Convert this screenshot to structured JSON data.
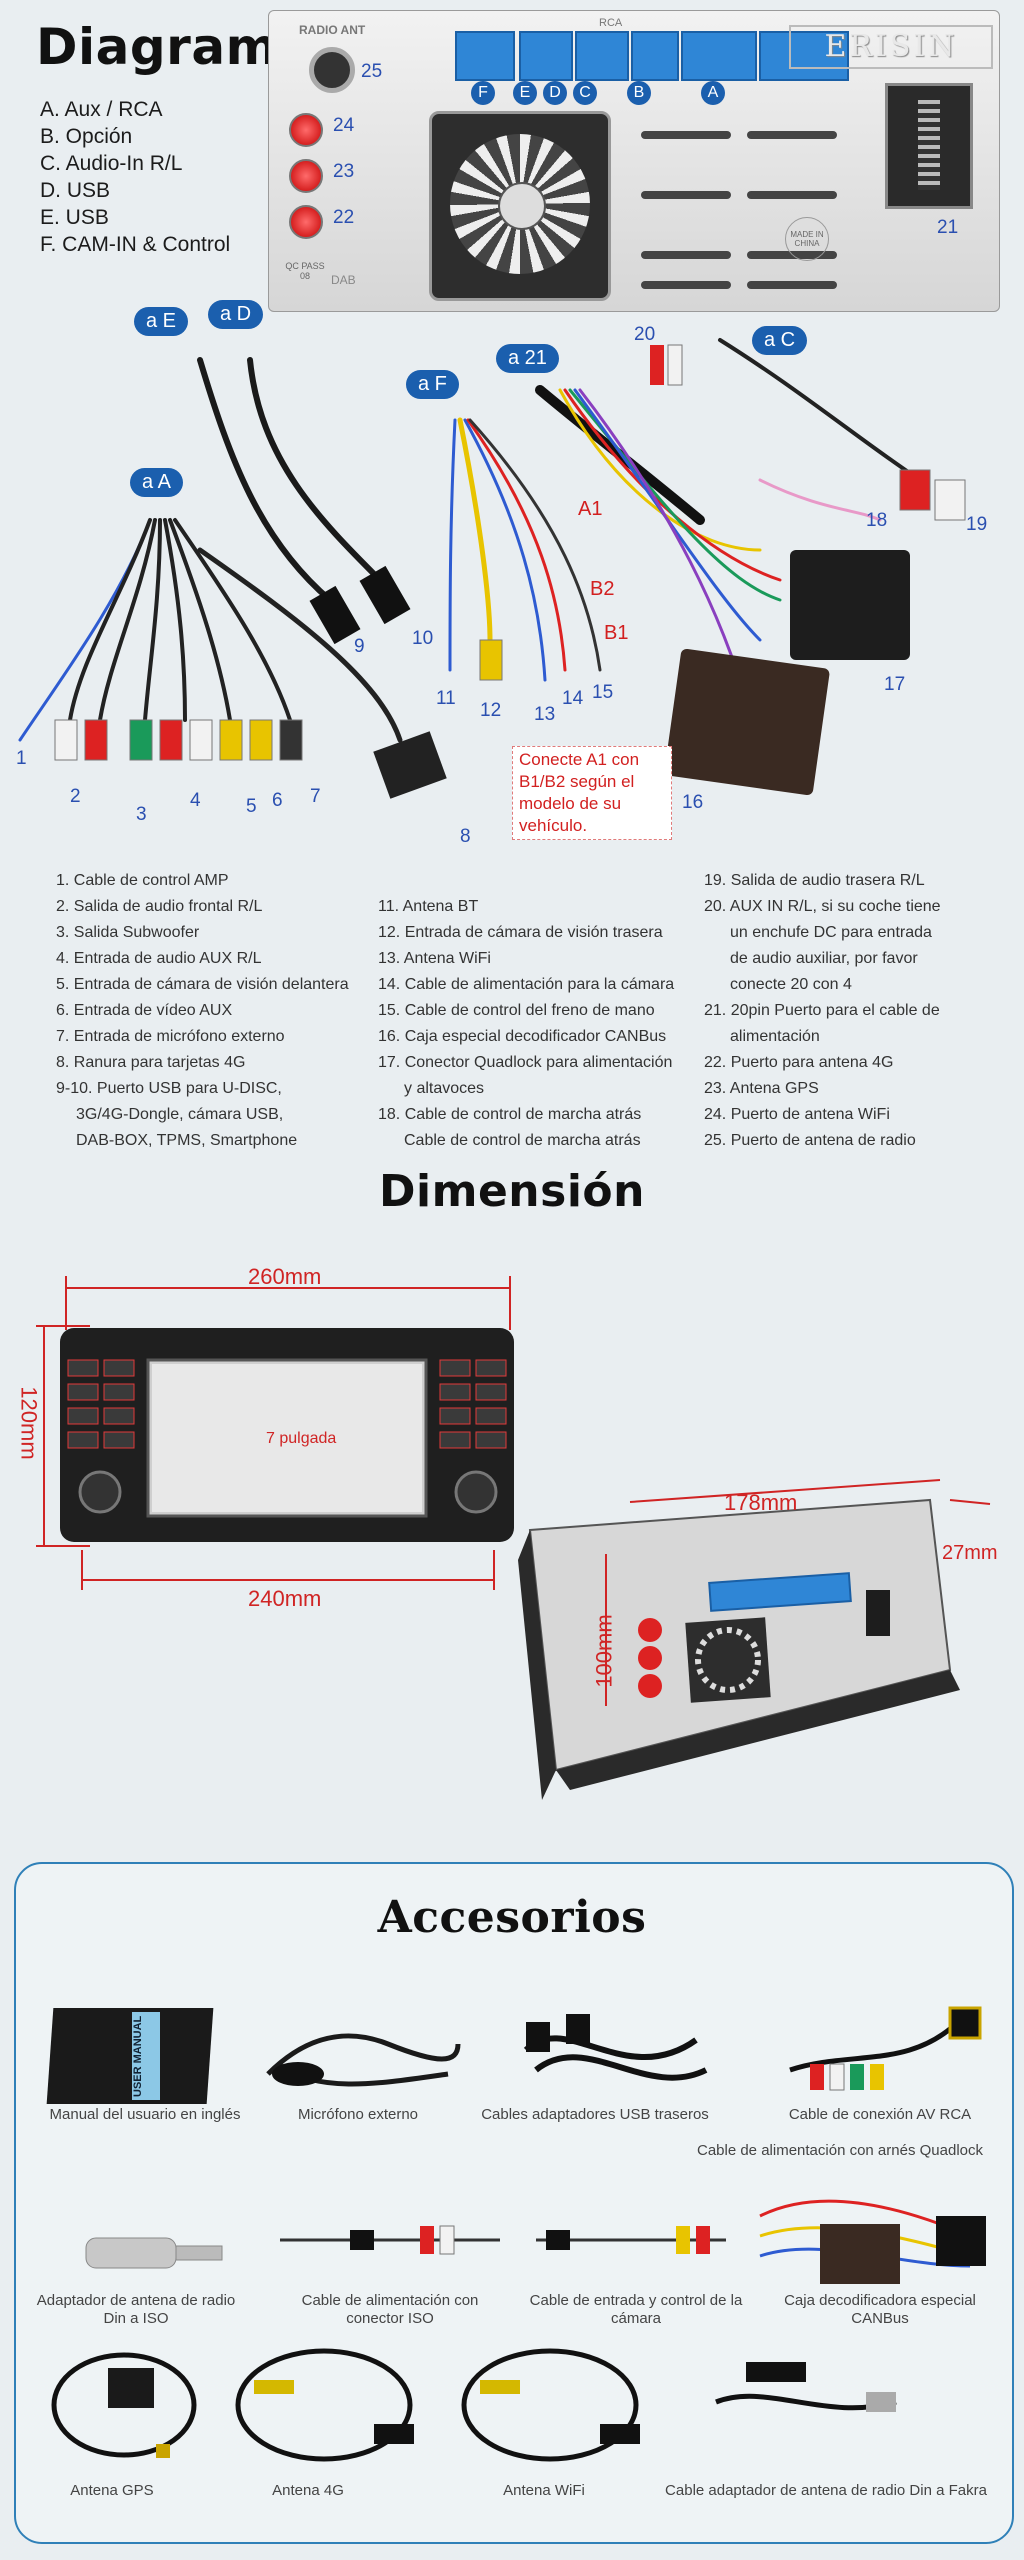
{
  "diagram": {
    "title": "Diagrama",
    "legend": [
      "A. Aux / RCA",
      "B. Opción",
      "C. Audio-In R/L",
      "D. USB",
      "E. USB",
      "F. CAM-IN & Control"
    ],
    "panel": {
      "radio_ant": "RADIO ANT",
      "rca": "RCA",
      "brand": "ERISIN",
      "made_in": "MADE IN CHINA",
      "qc": "QC PASS 08",
      "dab": "DAB",
      "port_letters": [
        "F",
        "E",
        "D",
        "C",
        "B",
        "A"
      ],
      "side_numbers": [
        "25",
        "24",
        "23",
        "22",
        "21"
      ]
    },
    "badges": [
      "a E",
      "a D",
      "a F",
      "a 21",
      "a C",
      "a A"
    ],
    "cable_numbers": [
      "1",
      "2",
      "3",
      "4",
      "5",
      "6",
      "7",
      "8",
      "9",
      "10",
      "11",
      "12",
      "13",
      "14",
      "15",
      "16",
      "17",
      "18",
      "19",
      "20"
    ],
    "red_labels": [
      "A1",
      "B2",
      "B1"
    ],
    "note": "Conecte A1 con B1/B2 según el modelo de su vehículo."
  },
  "items": {
    "col1": [
      "1. Cable de control AMP",
      "2. Salida de audio frontal R/L",
      "3. Salida Subwoofer",
      "4. Entrada de audio AUX R/L",
      "5. Entrada de cámara de visión delantera",
      "6. Entrada de vídeo AUX",
      "7. Entrada de micrófono externo",
      "8. Ranura para tarjetas 4G",
      "9-10. Puerto USB para U-DISC,",
      "3G/4G-Dongle, cámara USB,",
      "DAB-BOX, TPMS, Smartphone"
    ],
    "col2": [
      "11. Antena BT",
      "12. Entrada de cámara de visión trasera",
      "13. Antena WiFi",
      "14. Cable de alimentación para la cámara",
      "15. Cable de control del freno de mano",
      "16. Caja especial decodificador CANBus",
      "17. Conector Quadlock para alimentación",
      "y altavoces",
      "18. Cable de control de marcha atrás",
      "Cable de control de marcha atrás"
    ],
    "col3": [
      "19. Salida de audio trasera R/L",
      "20. AUX IN R/L, si su coche tiene",
      "un enchufe DC para entrada",
      "de audio auxiliar, por favor",
      "conecte 20 con 4",
      "21. 20pin Puerto para el cable de",
      "alimentación",
      "22. Puerto para antena 4G",
      "23. Antena GPS",
      "24. Puerto de antena WiFi",
      "25. Puerto de antena de radio"
    ]
  },
  "dimension": {
    "title": "Dimensión",
    "width_top": "260mm",
    "width_bottom": "240mm",
    "height_front": "120mm",
    "screen": "7 pulgada",
    "depth": "178mm",
    "height_back": "100mm",
    "side": "27mm"
  },
  "accessories": {
    "title": "Accesorios",
    "manual_text": "USER MANUAL",
    "items": [
      "Manual del usuario en inglés",
      "Micrófono externo",
      "Cables adaptadores USB traseros",
      "Cable de conexión AV RCA",
      "Cable de alimentación con arnés Quadlock",
      "Adaptador de antena de radio Din a ISO",
      "Cable de alimentación con conector ISO",
      "Cable de entrada y control de la cámara",
      "Caja decodificadora especial CANBus",
      "Antena GPS",
      "Antena 4G",
      "Antena WiFi",
      "Cable adaptador de antena de radio Din a Fakra"
    ]
  }
}
